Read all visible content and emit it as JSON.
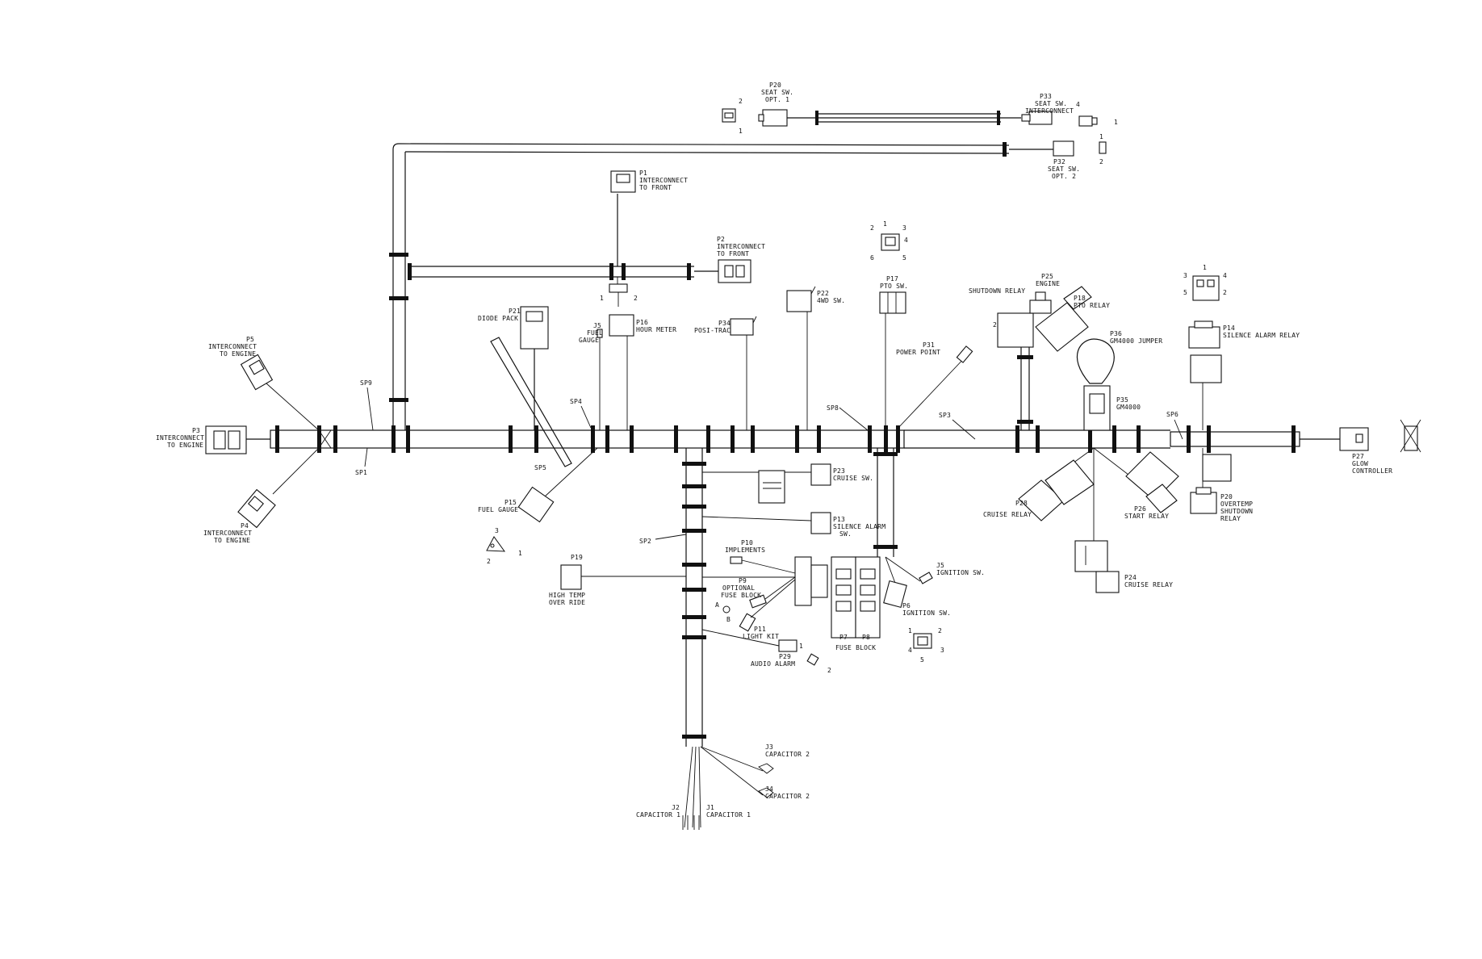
{
  "labels": {
    "p20": "P20",
    "p20_seat": "SEAT SW.",
    "p20_opt": "OPT. 1",
    "p33": "P33",
    "p33_seat": "SEAT SW.",
    "p33_int": "INTERCONNECT",
    "p32": "P32",
    "p32_seat": "SEAT SW.",
    "p32_opt": "OPT. 2",
    "p1": "P1",
    "p1_int": "INTERCONNECT",
    "p1_front": "TO FRONT",
    "p2": "P2",
    "p2_int": "INTERCONNECT",
    "p2_front": "TO FRONT",
    "p21": "P21",
    "p21_diode": "DIODE PACK",
    "p22": "P22",
    "p22_4wd": "4WD SW.",
    "p17": "P17",
    "p17_pto": "PTO SW.",
    "p25a": "P25",
    "p25a_engine": "ENGINE",
    "p25a_shutdown": "SHUTDOWN RELAY",
    "p18": "P18",
    "p18_pto": "PTO RELAY",
    "p34": "P34",
    "p34_posi": "POSI-TRAC",
    "p16": "P16",
    "p16_hour": "HOUR METER",
    "j5_top": "J5",
    "fuel": "FUEL",
    "gauge": "GAUGE",
    "p5": "P5",
    "p5_int": "INTERCONNECT",
    "p5_engine": "TO ENGINE",
    "p31": "P31",
    "p31_power": "POWER POINT",
    "p36": "P36",
    "p36_gm": "GM4000 JUMPER",
    "p35": "P35",
    "p35_gm": "GM4000",
    "p14": "P14",
    "p14_silence": "SILENCE ALARM RELAY",
    "p3": "P3",
    "p3_int": "INTERCONNECT",
    "p3_engine": "TO ENGINE",
    "sp9": "SP9",
    "sp1": "SP1",
    "sp4": "SP4",
    "sp5": "SP5",
    "sp8": "SP8",
    "sp3": "SP3",
    "sp6": "SP6",
    "sp2": "SP2",
    "p27": "P27",
    "p27_glow": "GLOW",
    "p27_ctrl": "CONTROLLER",
    "p23": "P23",
    "p23_cruise": "CRUISE SW.",
    "p13": "P13",
    "p13_silence": "SILENCE ALARM",
    "p13_sw": "SW.",
    "p15": "P15",
    "p15_fuel": "FUEL GAUGE",
    "p4": "P4",
    "p4_int": "INTERCONNECT",
    "p4_engine": "TO ENGINE",
    "p28": "P28",
    "p28_cruise": "CRUISE RELAY",
    "p26": "P26",
    "p26_start": "START RELAY",
    "p20b": "P20",
    "p20b_over": "OVERTEMP",
    "p20b_shut": "SHUTDOWN",
    "p20b_relay": "RELAY",
    "p24": "P24",
    "p24_cruise": "CRUISE RELAY",
    "p10": "P10",
    "p10_impl": "IMPLEMENTS",
    "p9": "P9",
    "p9_opt": "OPTIONAL",
    "p9_fuse": "FUSE BLOCK",
    "p11": "P11",
    "p11_light": "LIGHT KIT",
    "p7": "P7",
    "p8": "P8",
    "fuse_block": "FUSE BLOCK",
    "j5": "J5",
    "j5_ign": "IGNITION SW.",
    "p6": "P6",
    "p6_ign": "IGNITION SW.",
    "p19": "P19",
    "p19_high": "HIGH TEMP",
    "p19_over": "OVER RIDE",
    "p29": "P29",
    "p29_audio": "AUDIO ALARM",
    "j3": "J3",
    "j3_cap": "CAPACITOR 2",
    "j4": "J4",
    "j4_cap": "CAPACITOR 2",
    "j2": "J2",
    "j2_cap": "CAPACITOR 1",
    "j1": "J1",
    "j1_cap": "CAPACITOR 1",
    "pin_1": "1",
    "pin_2": "2",
    "pin_3": "3",
    "pin_4": "4",
    "pin_5": "5",
    "pin_6": "6",
    "pin_a": "A",
    "pin_b": "B"
  }
}
